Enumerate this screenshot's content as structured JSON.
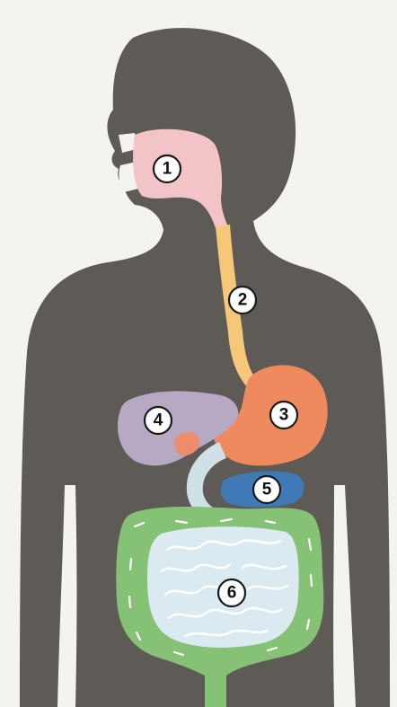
{
  "colors": {
    "background": "#f4f3ef",
    "body": "#5e5a55",
    "teeth": "#f5f3ee",
    "mouth": "#f2c3c7",
    "esophagus": "#f6c779",
    "stomach": "#ef8a5e",
    "liver": "#b7a9c4",
    "gallbladder": "#ee8c6e",
    "duodenum": "#cfe0e6",
    "pancreas": "#3f79b6",
    "large_intestine": "#86c276",
    "small_intestine": "#dbeaf0"
  },
  "markers": [
    {
      "organ": "mouth",
      "label": "1"
    },
    {
      "organ": "esophagus",
      "label": "2"
    },
    {
      "organ": "stomach",
      "label": "3"
    },
    {
      "organ": "liver",
      "label": "4"
    },
    {
      "organ": "pancreas",
      "label": "5"
    },
    {
      "organ": "small-intestine",
      "label": "6"
    }
  ]
}
